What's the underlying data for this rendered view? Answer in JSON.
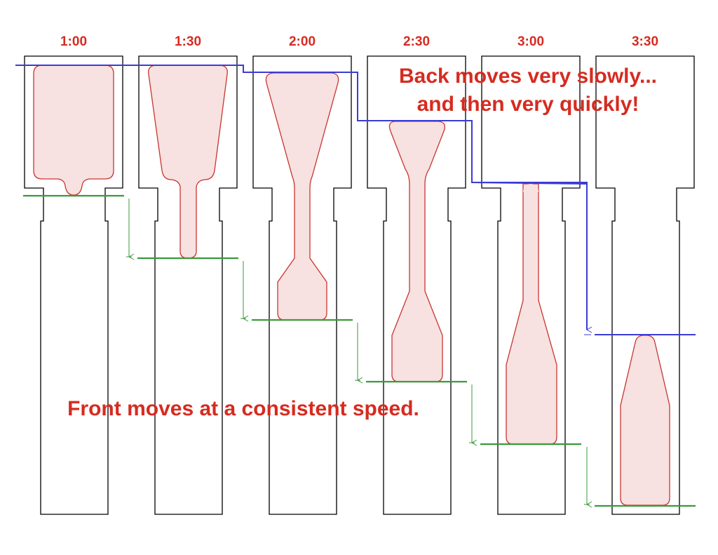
{
  "time_labels": [
    "1:00",
    "1:30",
    "2:00",
    "2:30",
    "3:00",
    "3:30"
  ],
  "annotations": {
    "back_line1": "Back moves very slowly...",
    "back_line2": "and then very quickly!",
    "front": "Front moves at a consistent speed."
  },
  "colors": {
    "label_red": "#d62b20",
    "fluid_fill": "#f7e1e1",
    "fluid_stroke": "#c8352f",
    "front_green": "#3a9a3a",
    "back_blue": "#3b3bd6"
  }
}
